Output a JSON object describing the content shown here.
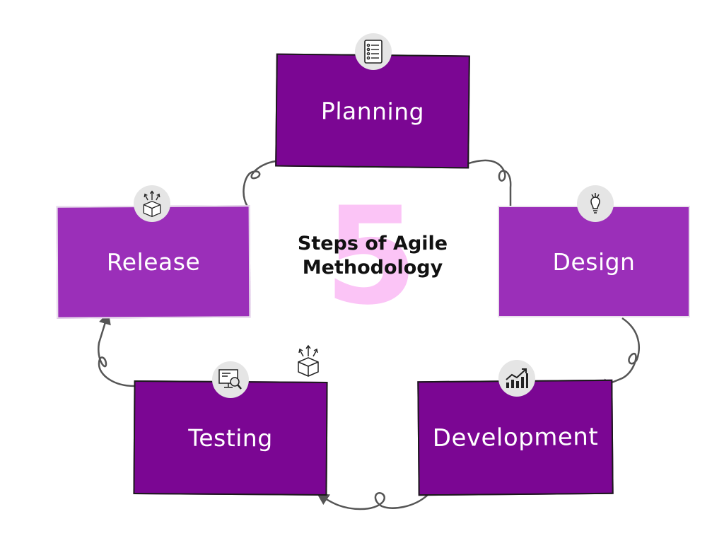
{
  "center": {
    "number": "5",
    "title_line1": "Steps of Agile",
    "title_line2": "Methodology"
  },
  "steps": [
    {
      "label": "Planning",
      "icon": "checklist-icon"
    },
    {
      "label": "Design",
      "icon": "lightbulb-tools-icon"
    },
    {
      "label": "Development",
      "icon": "growth-chart-icon"
    },
    {
      "label": "Testing",
      "icon": "monitor-magnifier-icon"
    },
    {
      "label": "Release",
      "icon": "box-arrows-icon"
    }
  ],
  "colors": {
    "dark_purple": "#7b0693",
    "light_purple": "#9b2fb9",
    "big_number_pink": "#fbc4f6",
    "arrow_gray": "#555555",
    "icon_badge": "#e5e5e5"
  }
}
